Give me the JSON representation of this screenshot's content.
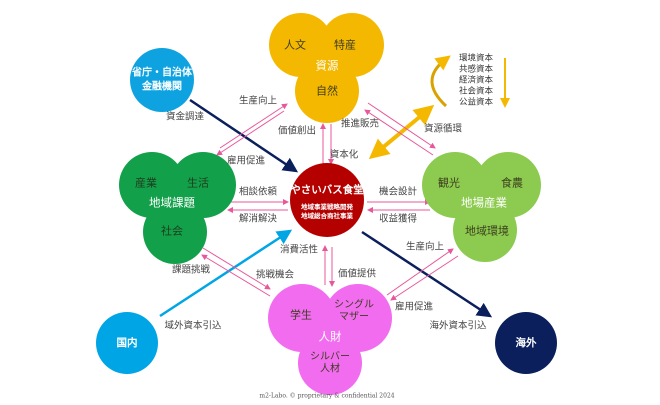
{
  "center": {
    "title": "やさいバス食堂",
    "line1": "地域事業戦略開発",
    "line2": "地域総合商社事業"
  },
  "resources": {
    "a": "人文",
    "b": "特産",
    "main": "資源",
    "c": "自然"
  },
  "regional_issues": {
    "a": "産業",
    "b": "生活",
    "main": "地域課題",
    "c": "社会"
  },
  "local_industry": {
    "a": "観光",
    "b": "食農",
    "main": "地場産業",
    "c": "地域環境"
  },
  "talent": {
    "a": "学生",
    "b1": "シングル",
    "b2": "マザー",
    "main": "人財",
    "c1": "シルバー",
    "c2": "人材"
  },
  "government": {
    "line1": "省庁・自治体",
    "line2": "金融機関"
  },
  "domestic": "国内",
  "overseas": "海外",
  "capitals": [
    "環境資本",
    "共感資本",
    "経済資本",
    "社会資本",
    "公益資本"
  ],
  "labels": {
    "production_up_1": "生産向上",
    "funding": "資金調達",
    "employment_1": "雇用促進",
    "value_creation": "価値創出",
    "promotion_sales": "推進販売",
    "resource_cycle": "資源循環",
    "capitalization": "資本化",
    "consultation": "相談依頼",
    "resolution": "解消解決",
    "opportunity_design": "機会設計",
    "revenue": "収益獲得",
    "consumption": "消費活性",
    "value_provision": "価値提供",
    "challenge_issue": "課題挑戦",
    "challenge_opportunity": "挑戦機会",
    "production_up_2": "生産向上",
    "employment_2": "雇用促進",
    "external_capital": "域外資本引込",
    "overseas_capital": "海外資本引込"
  },
  "footer": "m2-Labo. © proprietary & confidential 2024",
  "colors": {
    "yellow": "#f5b800",
    "green": "#13a04a",
    "lightgreen": "#8ccb4f",
    "pink": "#f26cf0",
    "red": "#b50000",
    "sky": "#00a5e5",
    "navy": "#0a1f5c",
    "arrow": "#e8579a"
  }
}
